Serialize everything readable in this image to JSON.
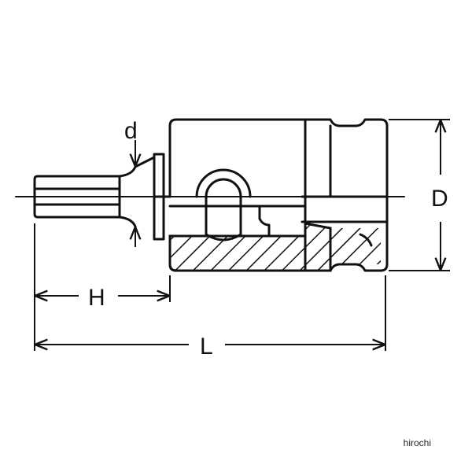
{
  "labels": {
    "d": "d",
    "H": "H",
    "L": "L",
    "D": "D"
  },
  "watermark": "hirochi",
  "colors": {
    "ink": "#111111",
    "background": "#ffffff"
  }
}
